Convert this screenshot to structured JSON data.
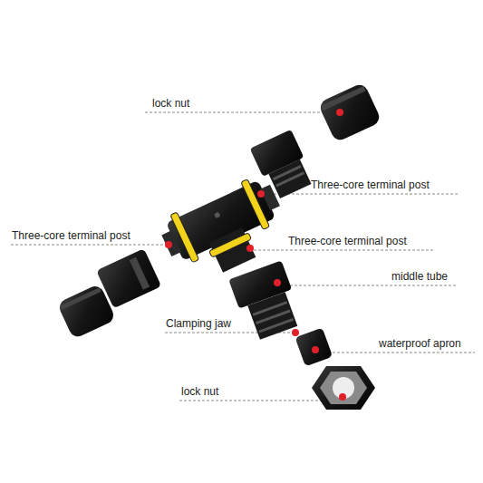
{
  "diagram": {
    "labels": [
      "lock nut",
      "Three-core terminal post",
      "Three-core terminal post",
      "Three-core terminal post",
      "middle tube",
      "Clamping jaw",
      "waterproof apron",
      "lock nut"
    ]
  }
}
